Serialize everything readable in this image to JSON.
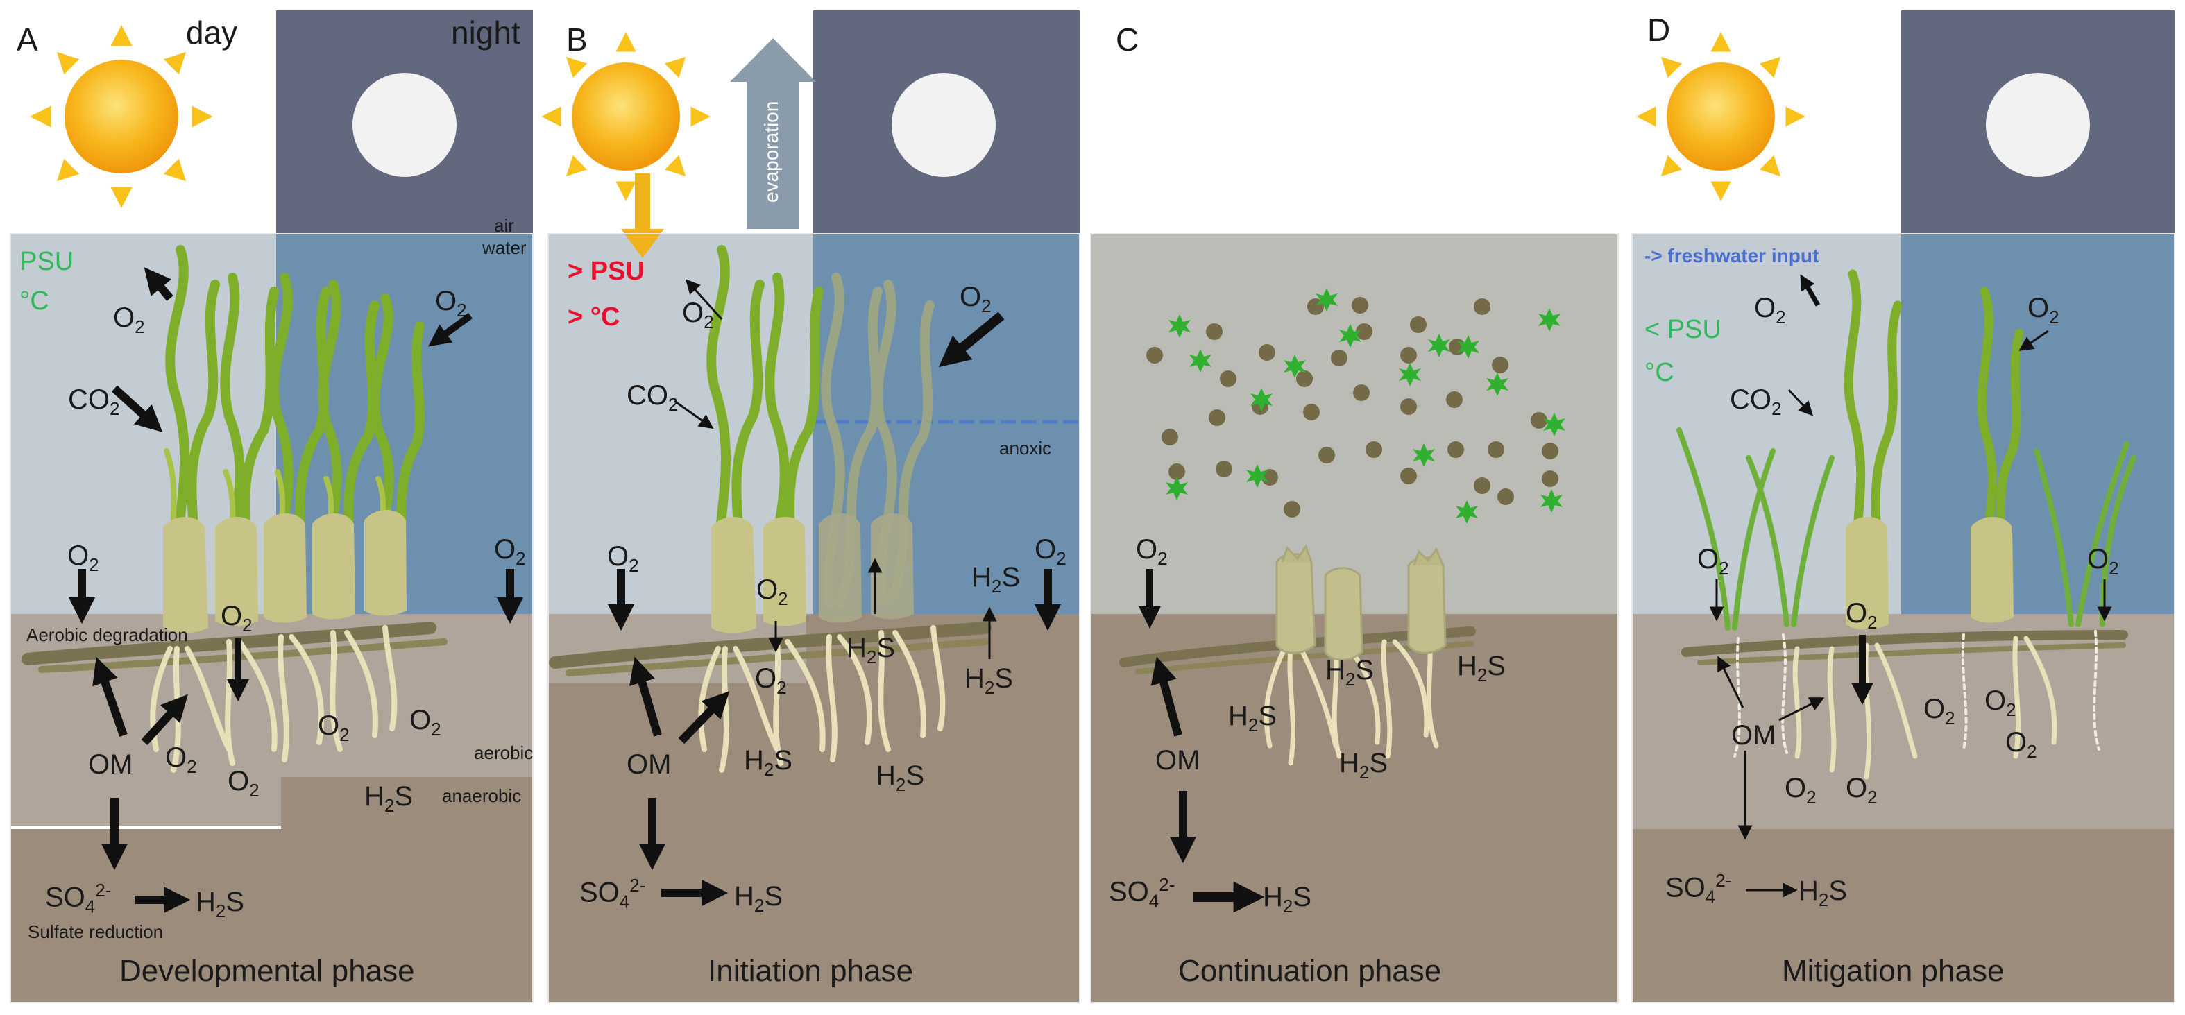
{
  "panels": [
    {
      "letter": "A",
      "phase": "Developmental phase"
    },
    {
      "letter": "B",
      "phase": "Initiation phase"
    },
    {
      "letter": "C",
      "phase": "Continuation phase"
    },
    {
      "letter": "D",
      "phase": "Mitigation phase"
    }
  ],
  "labels": {
    "day": "day",
    "night": "night",
    "air": "air",
    "water": "water",
    "psu": "PSU",
    "deg_c": "°C",
    "aerobic_degradation": "Aerobic degradation",
    "aerobic": "aerobic",
    "anaerobic": "anaerobic",
    "sulfate_reduction": "Sulfate reduction",
    "evaporation": "evaporation",
    "more_psu": "> PSU",
    "more_deg_c": "> °C",
    "anoxic": "anoxic",
    "freshwater_input": "-> freshwater input",
    "less_psu": "< PSU"
  },
  "chem": {
    "o": "O",
    "co": "CO",
    "h": "H",
    "s": "S",
    "so": "SO",
    "sub2": "2",
    "sub4": "4",
    "sup2minus": "2-",
    "om": "OM"
  },
  "colors": {
    "night_sky": "#62697f",
    "water_day": "#c3ccd2",
    "water_night": "#6c90ad",
    "sed_aerobic": "#b0a59b",
    "sed_anaerobic": "#9c8c7c",
    "sun_core": "#f5a60c",
    "sun_ray": "#f8c21a",
    "seagrass": "#7fae2b",
    "microalgae": "#2fb02f",
    "particle": "#756a48",
    "green_text": "#32b85a",
    "red_text": "#e8102c",
    "blue_text": "#4a6fd0",
    "evap_arrow": "#8a9bab",
    "input_arrow": "#f0b21a"
  }
}
